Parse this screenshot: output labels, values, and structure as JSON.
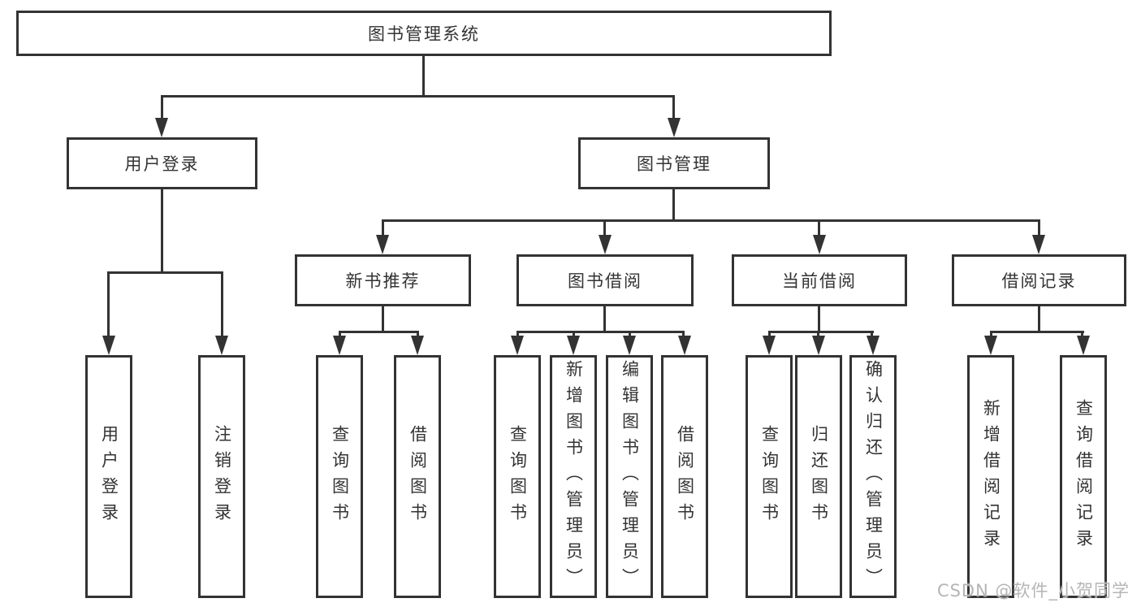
{
  "diagram": {
    "root": "图书管理系统",
    "level2": [
      "用户登录",
      "图书管理"
    ],
    "level3": [
      "新书推荐",
      "图书借阅",
      "当前借阅",
      "借阅记录"
    ],
    "groups": {
      "userLogin": [
        "用户登录",
        "注销登录"
      ],
      "newBookRecommend": [
        "查询图书",
        "借阅图书"
      ],
      "bookBorrow": [
        "查询图书",
        "新增图书（管理员）",
        "编辑图书（管理员）",
        "借阅图书"
      ],
      "currentBorrow": [
        "查询图书",
        "归还图书",
        "确认归还（管理员）"
      ],
      "borrowRecords": [
        "新增借阅记录",
        "查询借阅记录"
      ]
    },
    "watermark": "CSDN @软件_小贺同学",
    "colors": {
      "line": "#333333",
      "text": "#333333",
      "watermark": "#b5b5b5",
      "background": "#ffffff"
    }
  }
}
